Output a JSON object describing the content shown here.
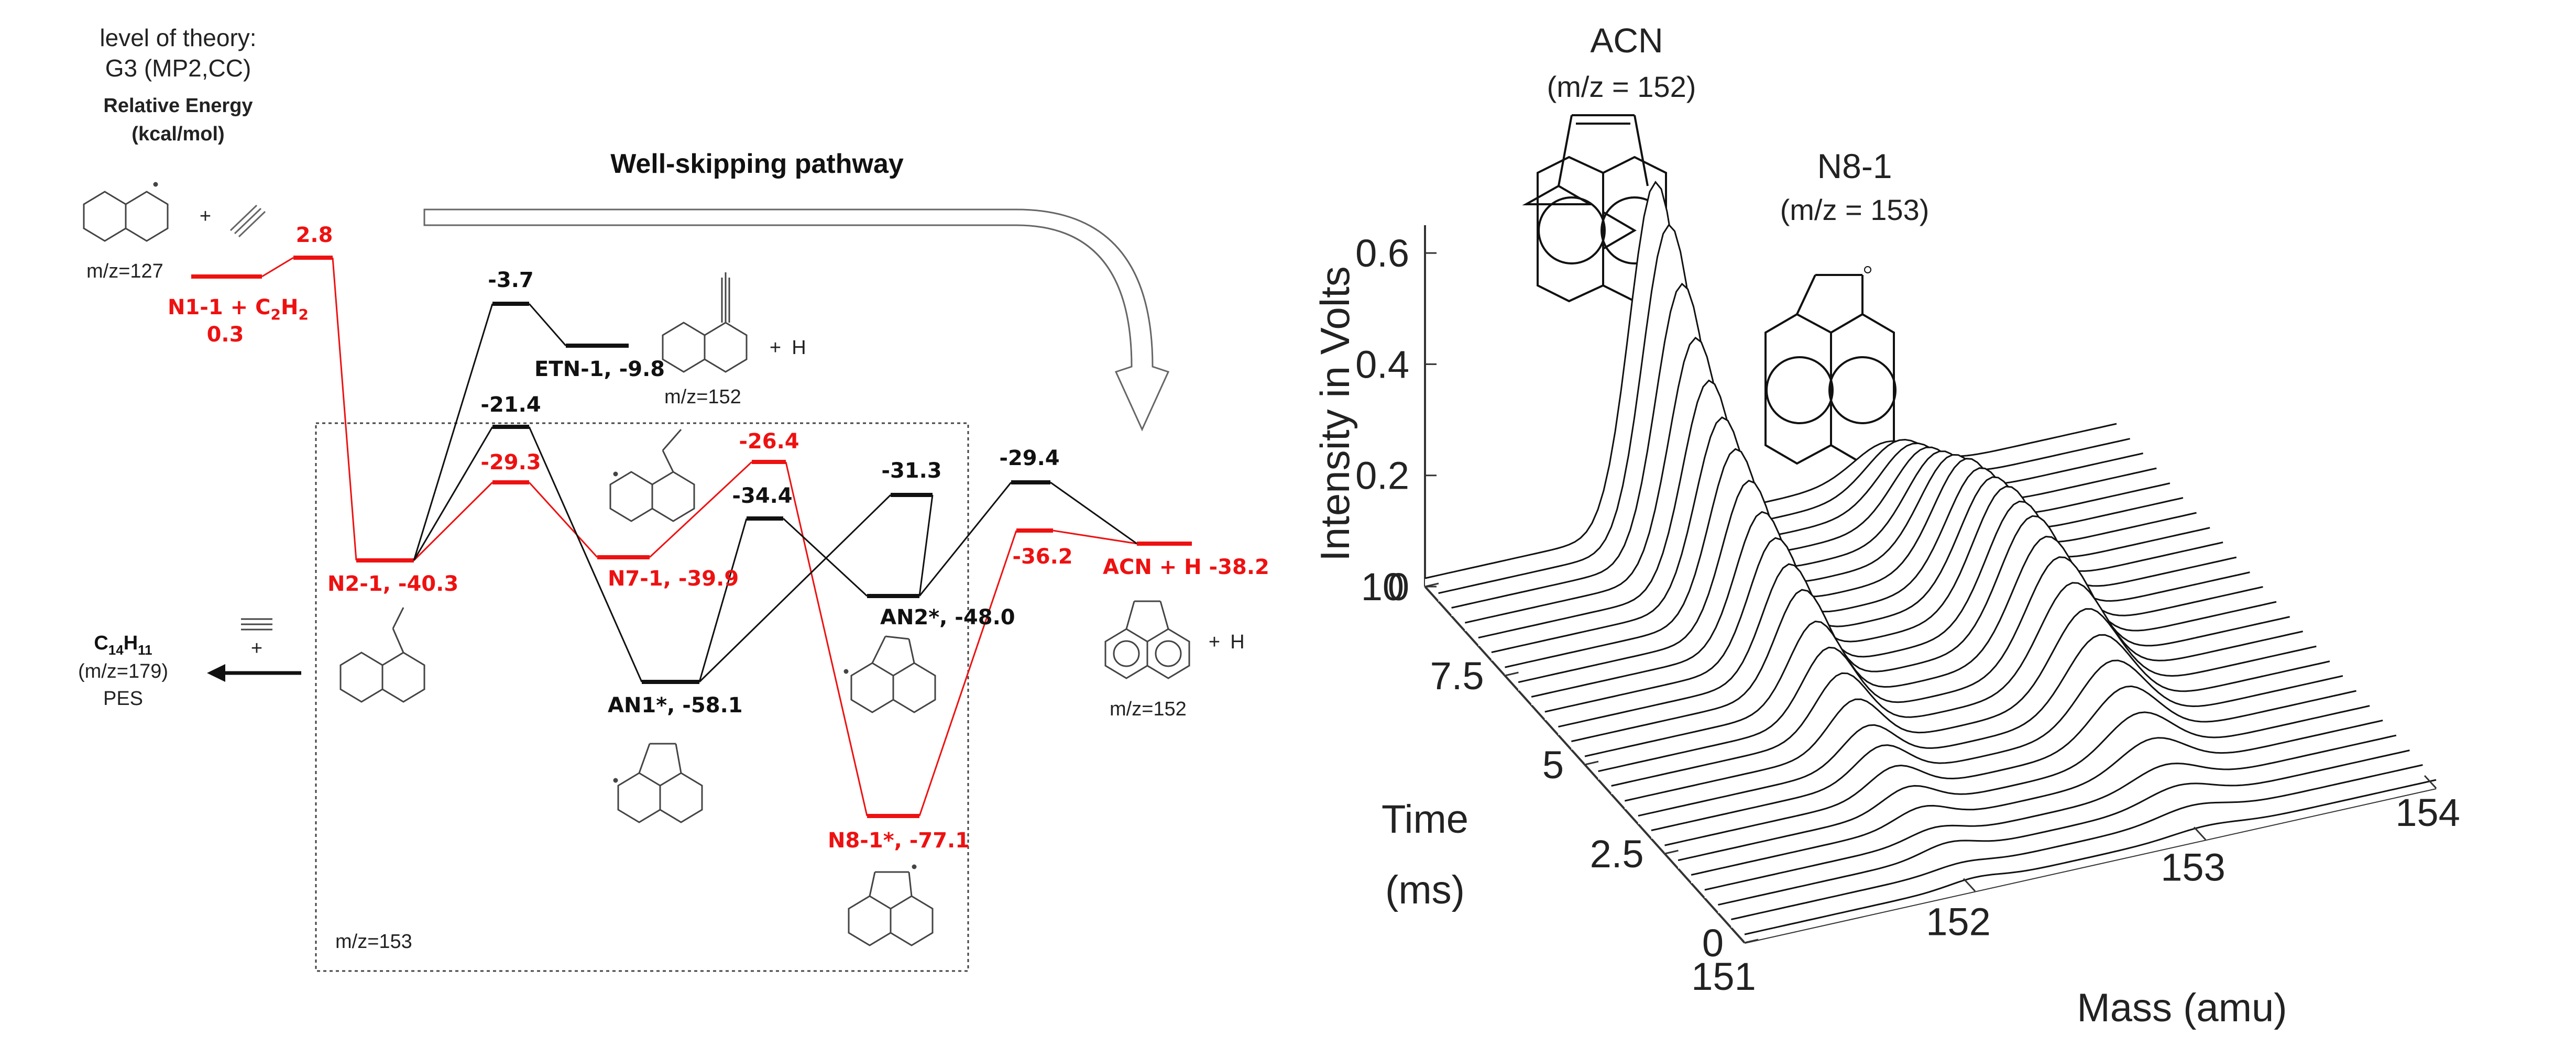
{
  "left_panel": {
    "theory_line1": "level of theory:",
    "theory_line2": "G3 (MP2,CC)",
    "energy_line1": "Relative Energy",
    "energy_line2": "(kcal/mol)",
    "title": "Well-skipping pathway",
    "colors": {
      "well_skipping": "#ee1111",
      "other": "#111111"
    },
    "levels": {
      "n1_value": "2.8",
      "n1_name": "N1-1 + C",
      "n1_sub": "2",
      "n1_h": "H",
      "n1_sub2": "2",
      "n1_energy": "0.3",
      "n1_mz": "m/z=127",
      "etn_top": "-3.7",
      "etn": "ETN-1, -9.8",
      "etn_mz": "m/z=152",
      "ts_214": "-21.4",
      "ts_293": "-29.3",
      "n2": "N2-1, -40.3",
      "n7": "N7-1, -39.9",
      "ts_264": "-26.4",
      "ts_344": "-34.4",
      "an1": "AN1*, -58.1",
      "ts_313": "-31.3",
      "an2": "AN2*, -48.0",
      "ts_294": "-29.4",
      "ts_362": "-36.2",
      "n8": "N8-1*, -77.1",
      "acn": "ACN + H -38.2",
      "acn_mz": "m/z=152",
      "box_mz": "m/z=153",
      "plus": "+",
      "h_radical": "H"
    },
    "c14": {
      "formula": "C",
      "sub1": "14",
      "h": "H",
      "sub2": "11",
      "mz": "(m/z=179)",
      "pes": "PES"
    }
  },
  "right_panel": {
    "acn_label": "ACN",
    "acn_mz": "(m/z = 152)",
    "n8_label": "N8-1",
    "n8_mz": "(m/z = 153)",
    "chart_data": {
      "type": "line",
      "title": "",
      "xlabel": "Mass (amu)",
      "ylabel": "Time",
      "ylabel_line2": "(ms)",
      "zlabel": "Intensity in Volts",
      "x_ticks": [
        "151",
        "152",
        "153",
        "154"
      ],
      "y_ticks": [
        "0",
        "2.5",
        "5",
        "7.5",
        "10"
      ],
      "z_ticks": [
        "0",
        "0.2",
        "0.4",
        "0.6"
      ],
      "xlim": [
        151,
        154
      ],
      "ylim": [
        0,
        10
      ],
      "zlim": [
        0,
        0.65
      ],
      "series_count": 25,
      "peaks": [
        {
          "mass": 152.0,
          "label": "ACN"
        },
        {
          "mass": 153.0,
          "label": "N8-1"
        }
      ],
      "time_profile": {
        "time_ms": [
          0,
          0.42,
          0.83,
          1.25,
          1.67,
          2.08,
          2.5,
          2.92,
          3.33,
          3.75,
          4.17,
          4.58,
          5.0,
          5.42,
          5.83,
          6.25,
          6.67,
          7.08,
          7.5,
          7.92,
          8.33,
          8.75,
          9.17,
          9.58,
          10.0
        ],
        "acn_peak_v": [
          0.01,
          0.01,
          0.02,
          0.02,
          0.03,
          0.04,
          0.05,
          0.06,
          0.07,
          0.09,
          0.11,
          0.13,
          0.15,
          0.18,
          0.2,
          0.22,
          0.24,
          0.27,
          0.3,
          0.33,
          0.37,
          0.42,
          0.49,
          0.57,
          0.62
        ],
        "n8_peak_v": [
          0.01,
          0.02,
          0.03,
          0.04,
          0.06,
          0.08,
          0.1,
          0.12,
          0.14,
          0.16,
          0.18,
          0.2,
          0.21,
          0.22,
          0.22,
          0.22,
          0.21,
          0.2,
          0.19,
          0.17,
          0.15,
          0.13,
          0.11,
          0.09,
          0.06
        ]
      }
    }
  }
}
